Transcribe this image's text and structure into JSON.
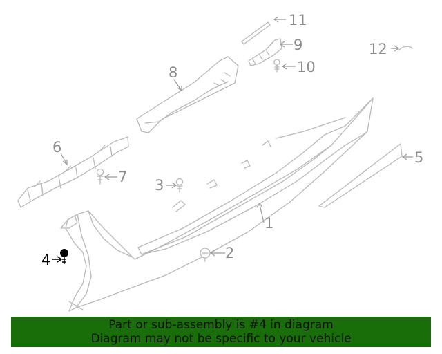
{
  "callouts": {
    "c1": "1",
    "c2": "2",
    "c3": "3",
    "c4": "4",
    "c5": "5",
    "c6": "6",
    "c7": "7",
    "c8": "8",
    "c9": "9",
    "c10": "10",
    "c11": "11",
    "c12": "12"
  },
  "highlighted_callout": "4",
  "notice": {
    "line1": "Part or sub-assembly is #4 in diagram",
    "line2": "Diagram may not be specific to your vehicle"
  },
  "colors": {
    "banner": "#1a6e0a",
    "line_art": "#b8b8b8",
    "callout_text": "#8c8c8c",
    "highlight": "#000000"
  }
}
